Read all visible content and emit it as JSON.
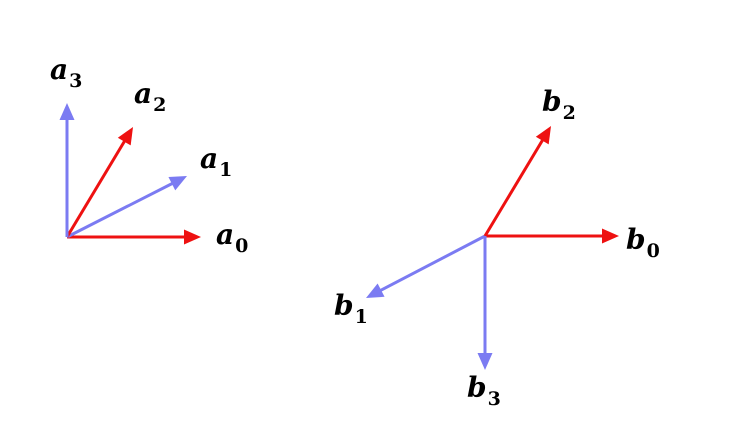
{
  "colors": {
    "red": "#ee1111",
    "blue": "#7b7bf2"
  },
  "vectors": {
    "a0": {
      "letter": "a",
      "index": "0",
      "color": "red"
    },
    "a1": {
      "letter": "a",
      "index": "1",
      "color": "blue"
    },
    "a2": {
      "letter": "a",
      "index": "2",
      "color": "red"
    },
    "a3": {
      "letter": "a",
      "index": "3",
      "color": "blue"
    },
    "b0": {
      "letter": "b",
      "index": "0",
      "color": "red"
    },
    "b1": {
      "letter": "b",
      "index": "1",
      "color": "blue"
    },
    "b2": {
      "letter": "b",
      "index": "2",
      "color": "red"
    },
    "b3": {
      "letter": "b",
      "index": "3",
      "color": "blue"
    }
  }
}
